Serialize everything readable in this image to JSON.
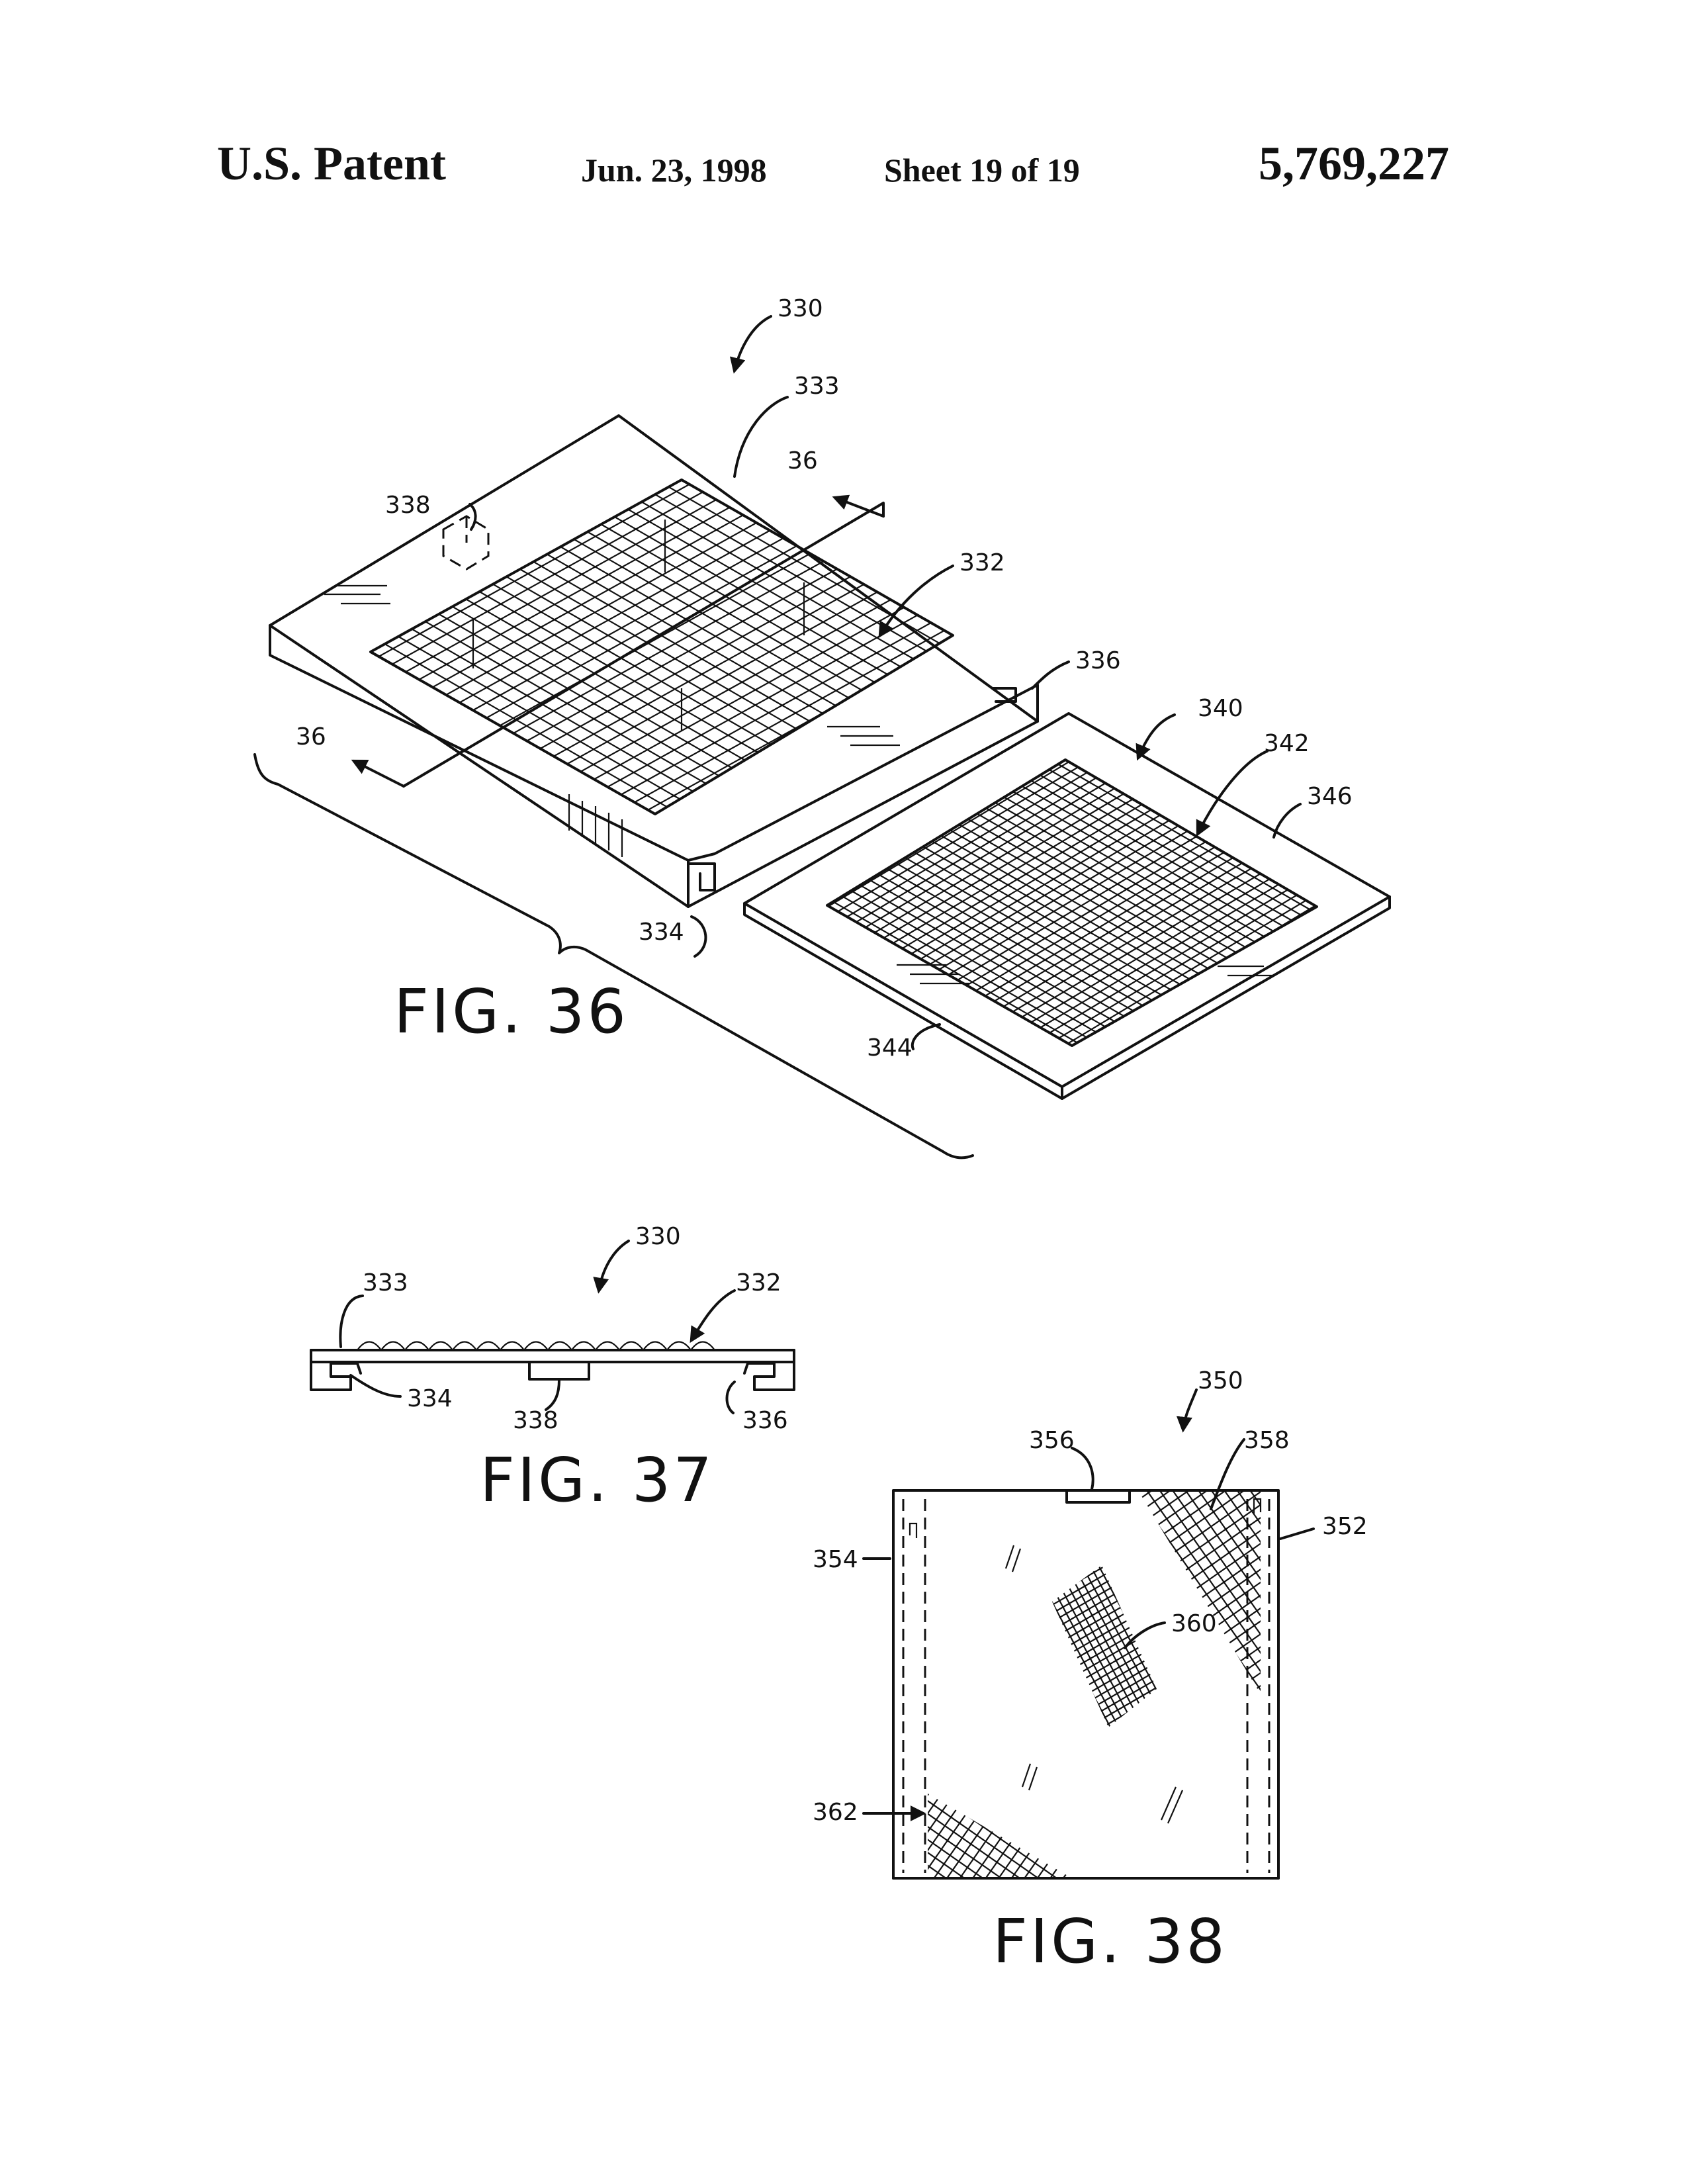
{
  "header": {
    "patent_label": "U.S. Patent",
    "date": "Jun. 23, 1998",
    "sheet": "Sheet 19 of 19",
    "patent_number": "5,769,227"
  },
  "figures": {
    "fig36": {
      "caption": "FIG. 36",
      "refs": {
        "r330": "330",
        "r333": "333",
        "r338": "338",
        "r36a": "36",
        "r332": "332",
        "r336": "336",
        "r36b": "36",
        "r340": "340",
        "r342": "342",
        "r346": "346",
        "r334": "334",
        "r344": "344"
      }
    },
    "fig37": {
      "caption": "FIG. 37",
      "refs": {
        "r330": "330",
        "r333": "333",
        "r332": "332",
        "r334": "334",
        "r338": "338",
        "r336": "336"
      }
    },
    "fig38": {
      "caption": "FIG. 38",
      "refs": {
        "r350": "350",
        "r356": "356",
        "r358": "358",
        "r352": "352",
        "r354": "354",
        "r360": "360",
        "r362": "362"
      }
    }
  }
}
